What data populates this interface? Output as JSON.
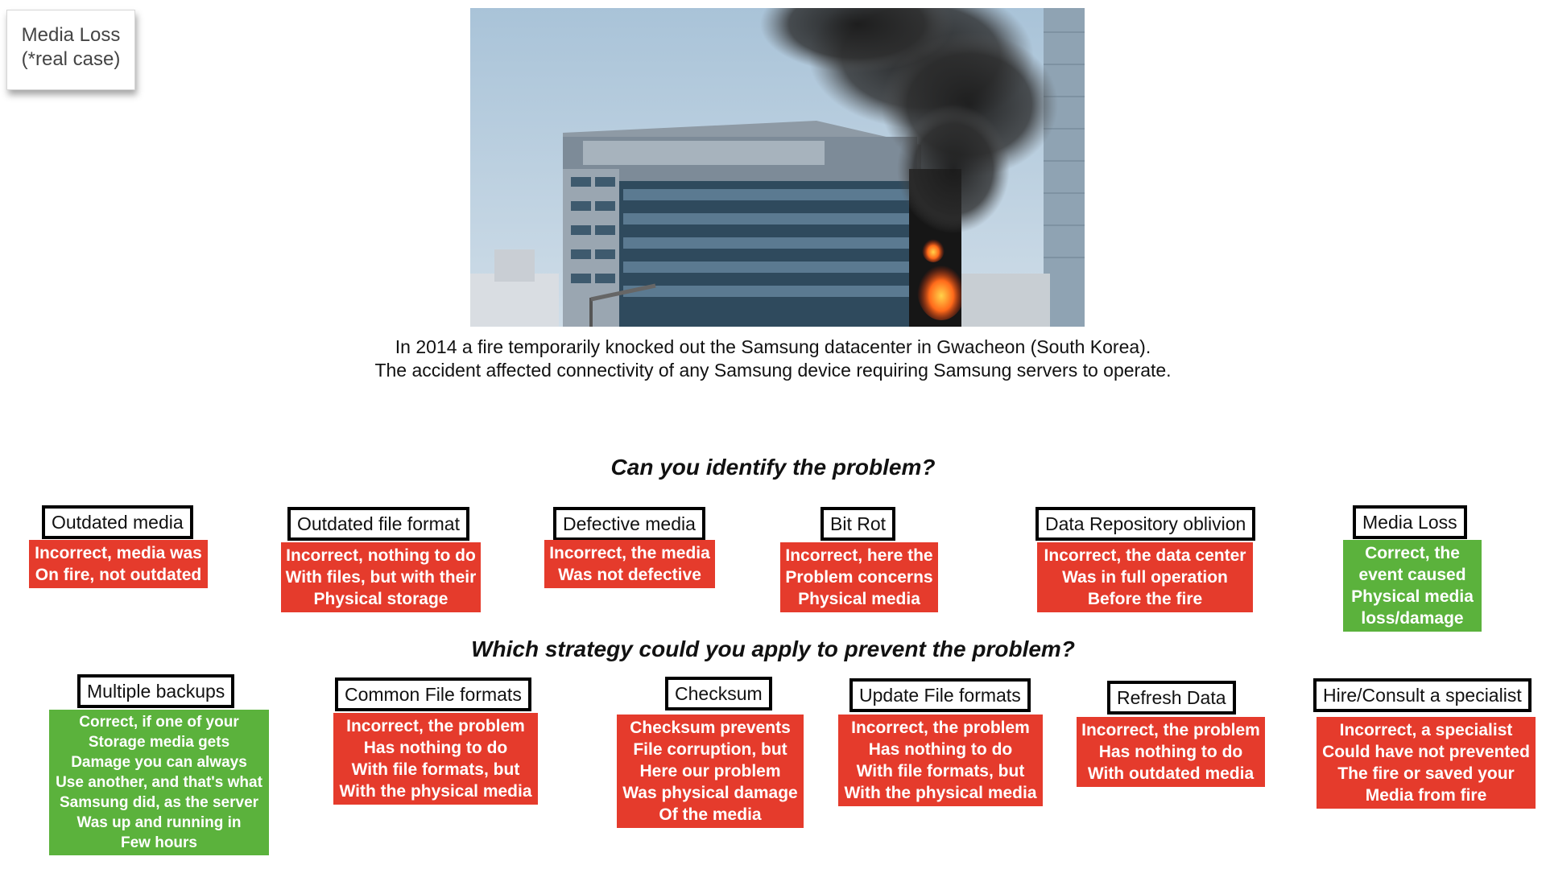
{
  "corner": {
    "line1": "Media Loss",
    "line2": "(*real case)"
  },
  "photo_alt": "",
  "caption": {
    "line1": "In 2014 a fire temporarily knocked out the Samsung datacenter in Gwacheon (South Korea).",
    "line2": "The accident affected connectivity of any Samsung device requiring Samsung servers to operate."
  },
  "q1": "Can you identify the problem?",
  "q2": "Which strategy could you apply to prevent the problem?",
  "problems": [
    {
      "title": "Outdated media",
      "status": "red",
      "lines": [
        "Incorrect, media was",
        "On fire, not outdated"
      ]
    },
    {
      "title": "Outdated file format",
      "status": "red",
      "lines": [
        "Incorrect, nothing to do",
        "With files, but with their",
        "Physical storage"
      ]
    },
    {
      "title": "Defective media",
      "status": "red",
      "lines": [
        "Incorrect, the media",
        "Was not defective"
      ]
    },
    {
      "title": "Bit Rot",
      "status": "red",
      "lines": [
        "Incorrect, here the",
        "Problem concerns",
        "Physical media"
      ]
    },
    {
      "title": "Data Repository oblivion",
      "status": "red",
      "lines": [
        "Incorrect, the data center",
        "Was in full operation",
        "Before the fire"
      ]
    },
    {
      "title": "Media Loss",
      "status": "green",
      "lines": [
        "Correct, the",
        "event caused",
        "Physical media",
        "loss/damage"
      ]
    }
  ],
  "strategies": [
    {
      "title": "Multiple backups",
      "status": "green",
      "lines": [
        "Correct, if one of your",
        "Storage media gets",
        "Damage you can always",
        "Use another, and that's what",
        "Samsung did, as the server",
        "Was up and running in",
        "Few hours"
      ]
    },
    {
      "title": "Common File formats",
      "status": "red",
      "lines": [
        "Incorrect, the problem",
        "Has nothing to do",
        "With file formats, but",
        "With the physical media"
      ]
    },
    {
      "title": "Checksum",
      "status": "red",
      "lines": [
        "Checksum prevents",
        "File corruption, but",
        "Here our problem",
        "Was physical damage",
        "Of the media"
      ]
    },
    {
      "title": "Update File formats",
      "status": "red",
      "lines": [
        "Incorrect, the problem",
        "Has nothing to do",
        "With file formats, but",
        "With the physical media"
      ]
    },
    {
      "title": "Refresh Data",
      "status": "red",
      "lines": [
        "Incorrect, the problem",
        "Has nothing to do",
        "With outdated media"
      ]
    },
    {
      "title": "Hire/Consult a specialist",
      "status": "red",
      "lines": [
        "Incorrect, a specialist",
        "Could have not prevented",
        "The fire or saved your",
        "Media from fire"
      ]
    }
  ],
  "colors": {
    "red": "#e53b2c",
    "green": "#5bb23c"
  }
}
